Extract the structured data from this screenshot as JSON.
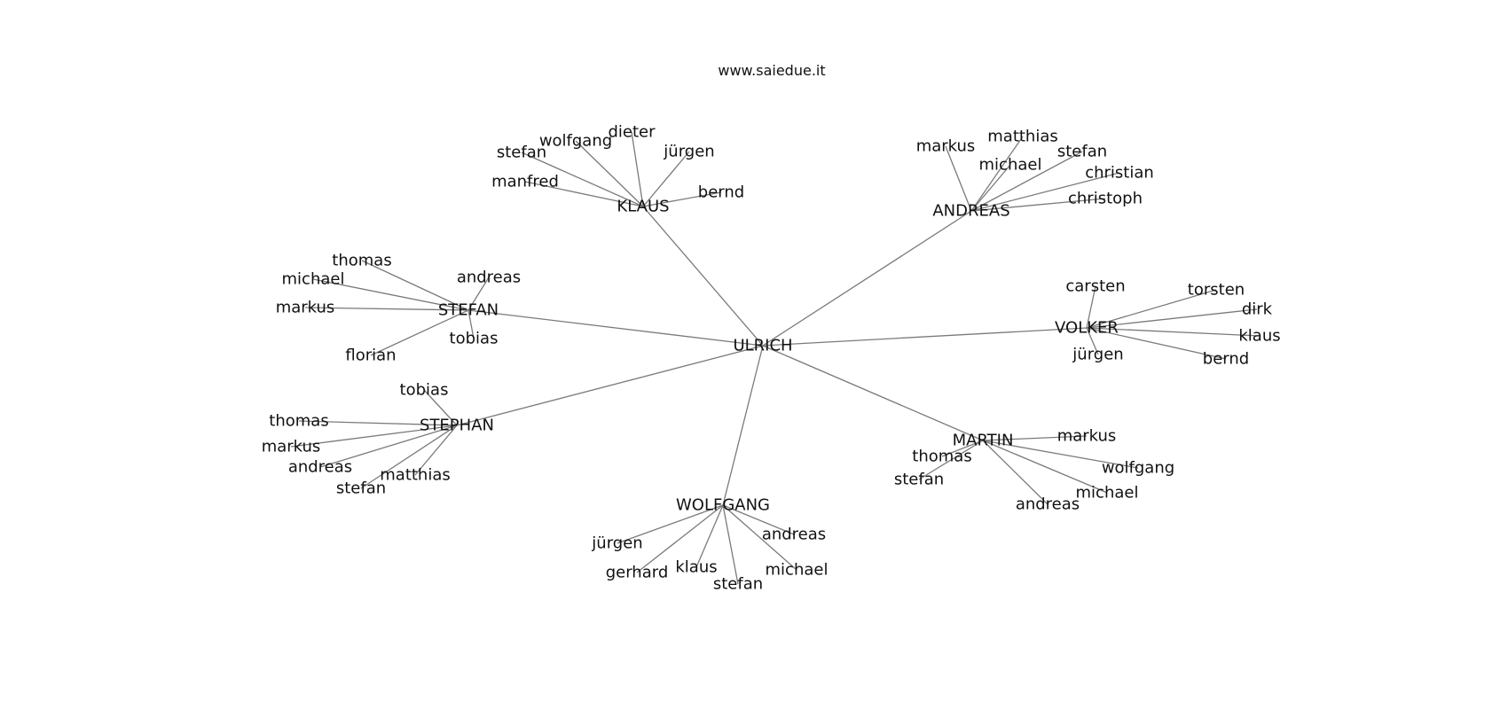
{
  "watermark": "www.saiedue.it",
  "colors": {
    "background": "#ffffff",
    "edge": "#7a7a7a",
    "text": "#111111"
  },
  "graph": {
    "root": "ULRICH",
    "groups": [
      {
        "hub": "KLAUS",
        "leaves": [
          "stefan",
          "wolfgang",
          "dieter",
          "jürgen",
          "manfred",
          "bernd"
        ]
      },
      {
        "hub": "ANDREAS",
        "leaves": [
          "markus",
          "matthias",
          "stefan",
          "christian",
          "christoph",
          "michael"
        ]
      },
      {
        "hub": "STEFAN",
        "leaves": [
          "thomas",
          "michael",
          "andreas",
          "markus",
          "tobias",
          "florian"
        ]
      },
      {
        "hub": "VOLKER",
        "leaves": [
          "carsten",
          "torsten",
          "dirk",
          "klaus",
          "jürgen",
          "bernd"
        ]
      },
      {
        "hub": "STEPHAN",
        "leaves": [
          "tobias",
          "thomas",
          "markus",
          "andreas",
          "matthias",
          "stefan"
        ]
      },
      {
        "hub": "MARTIN",
        "leaves": [
          "markus",
          "thomas",
          "stefan",
          "wolfgang",
          "michael",
          "andreas"
        ]
      },
      {
        "hub": "WOLFGANG",
        "leaves": [
          "jürgen",
          "gerhard",
          "klaus",
          "stefan",
          "andreas",
          "michael"
        ]
      }
    ]
  }
}
